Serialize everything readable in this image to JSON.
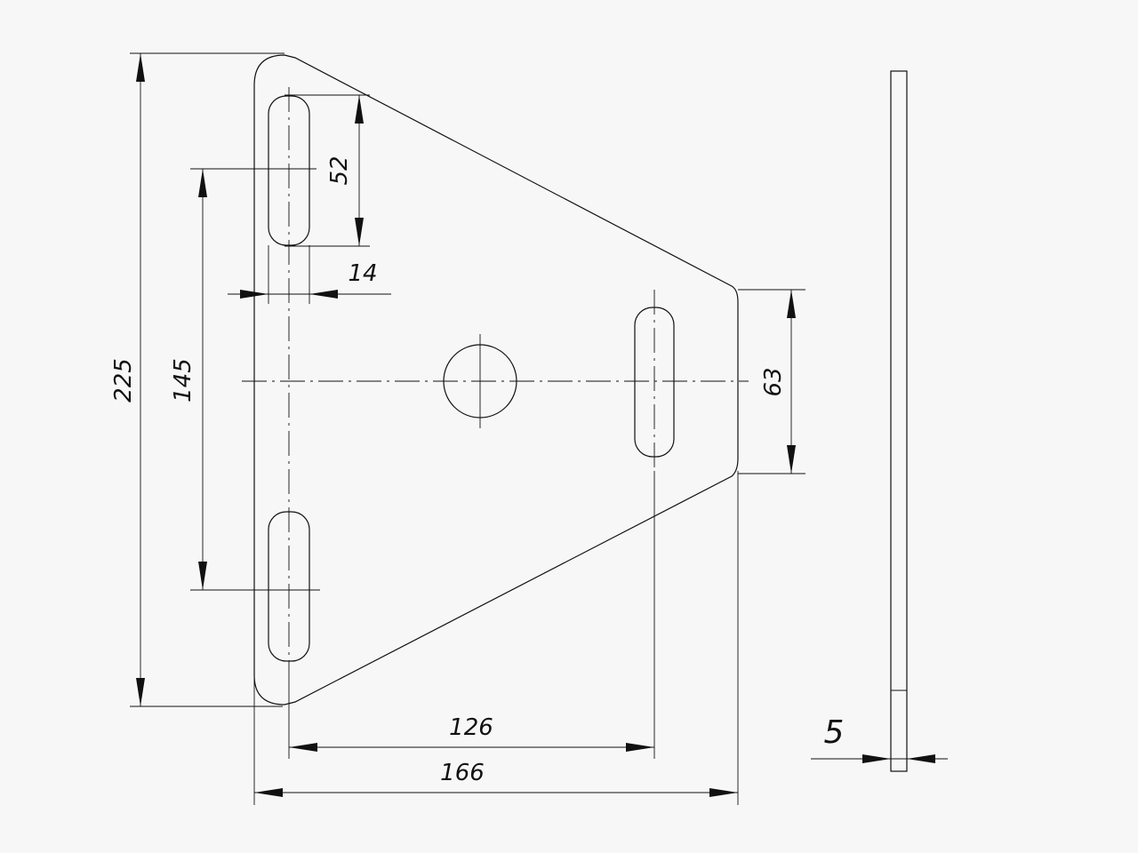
{
  "drawing": {
    "background": "#f7f7f7",
    "line_color": "#111111",
    "dimensions": {
      "overall_height": "225",
      "slot_spacing": "145",
      "slot_length": "52",
      "slot_width": "14",
      "right_edge_height": "63",
      "slot_offset_width": "126",
      "overall_width": "166",
      "thickness": "5"
    }
  }
}
